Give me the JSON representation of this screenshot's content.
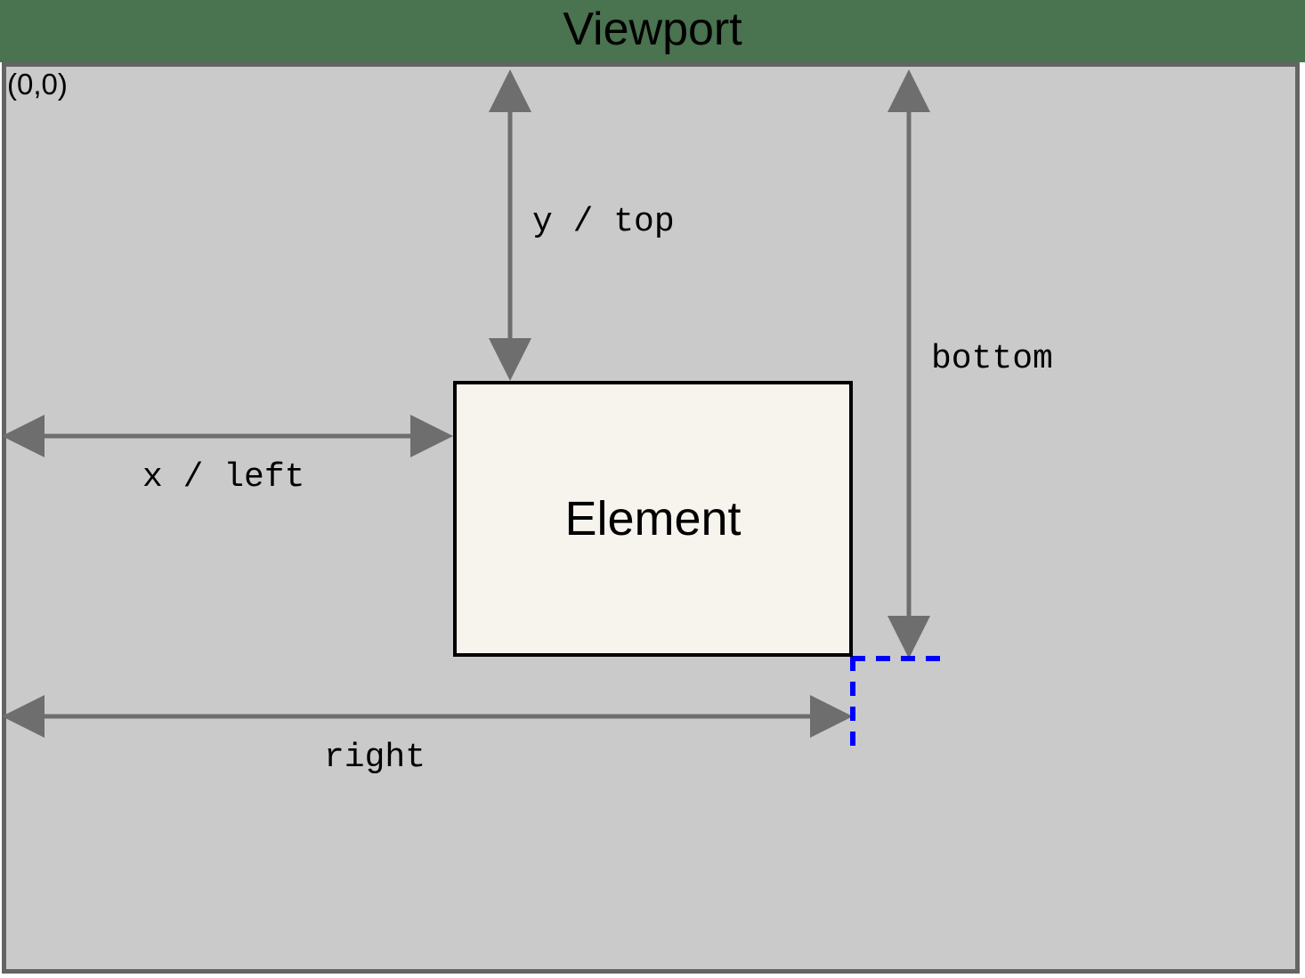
{
  "header": {
    "title": "Viewport",
    "background_color": "#4a7350",
    "text_color": "#000000"
  },
  "viewport": {
    "name": "viewport",
    "origin_label": "(0,0)",
    "fill_color": "#cacaca",
    "border_color": "#646464"
  },
  "element": {
    "label": "Element",
    "fill_color": "#f7f4ee",
    "border_color": "#000000"
  },
  "measurements": [
    {
      "key": "y_top",
      "label": "y / top",
      "axis": "vertical",
      "from": "viewport top edge",
      "to": "element top edge"
    },
    {
      "key": "bottom",
      "label": "bottom",
      "axis": "vertical",
      "from": "viewport top edge",
      "to": "element bottom edge"
    },
    {
      "key": "x_left",
      "label": "x / left",
      "axis": "horizontal",
      "from": "viewport left edge",
      "to": "element left edge"
    },
    {
      "key": "right",
      "label": "right",
      "axis": "horizontal",
      "from": "viewport left edge",
      "to": "element right edge"
    }
  ],
  "guides": {
    "color": "#0000ff",
    "style": "dashed",
    "description": "projection lines from element bottom-right corner"
  },
  "colors": {
    "arrow": "#6e6e6e",
    "guide": "#0000ff",
    "element_border": "#000000",
    "element_fill": "#f7f4ee",
    "viewport_fill": "#cacaca",
    "viewport_border": "#646464",
    "header": "#4a7350"
  }
}
